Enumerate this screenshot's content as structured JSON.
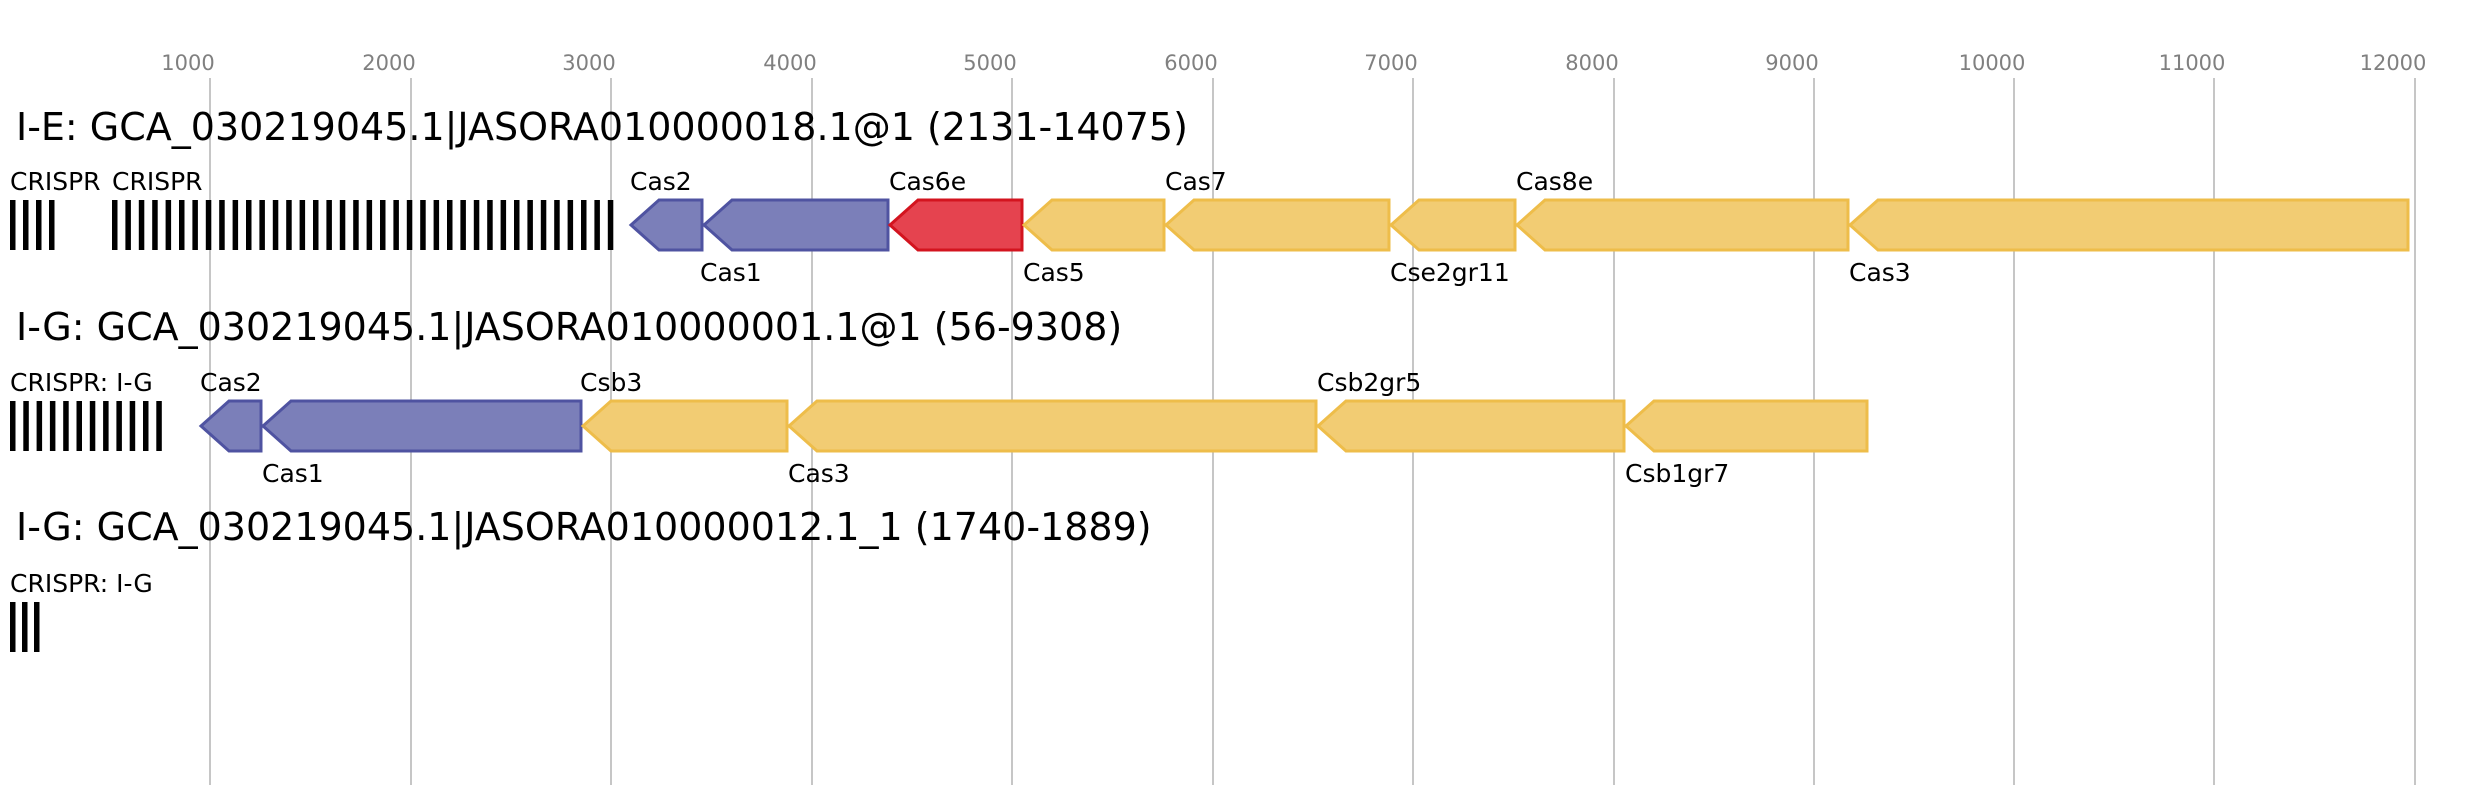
{
  "colors": {
    "purple_fill": "#7b7fb9",
    "purple_stroke": "#4f53a1",
    "red_fill": "#e5434f",
    "red_stroke": "#d3141f",
    "yellow_fill": "#f2cc73",
    "yellow_stroke": "#eebd4a",
    "grid": "#b4b4b4",
    "crispr": "#000000"
  },
  "axis": {
    "ticks": [
      {
        "label": "1000"
      },
      {
        "label": "2000"
      },
      {
        "label": "3000"
      },
      {
        "label": "4000"
      },
      {
        "label": "5000"
      },
      {
        "label": "6000"
      },
      {
        "label": "7000"
      },
      {
        "label": "8000"
      },
      {
        "label": "9000"
      },
      {
        "label": "10000"
      },
      {
        "label": "11000"
      },
      {
        "label": "12000"
      }
    ]
  },
  "tracks": [
    {
      "title": "I-E: GCA_030219045.1|JASORA010000018.1@1 (2131-14075)",
      "crispr_arrays": [
        {
          "label": "CRISPR",
          "repeat_count": 4
        },
        {
          "label": "CRISPR",
          "repeat_count": 38
        }
      ],
      "genes": [
        {
          "label": "Cas2",
          "color": "purple",
          "strand": "-"
        },
        {
          "label": "Cas1",
          "color": "purple",
          "strand": "-"
        },
        {
          "label": "Cas6e",
          "color": "red",
          "strand": "-"
        },
        {
          "label": "Cas5",
          "color": "yellow",
          "strand": "-"
        },
        {
          "label": "Cas7",
          "color": "yellow",
          "strand": "-"
        },
        {
          "label": "Cse2gr11",
          "color": "yellow",
          "strand": "-"
        },
        {
          "label": "Cas8e",
          "color": "yellow",
          "strand": "-"
        },
        {
          "label": "Cas3",
          "color": "yellow",
          "strand": "-"
        }
      ]
    },
    {
      "title": "I-G: GCA_030219045.1|JASORA010000001.1@1 (56-9308)",
      "crispr_arrays": [
        {
          "label": "CRISPR: I-G",
          "repeat_count": 12
        }
      ],
      "genes": [
        {
          "label": "Cas2",
          "color": "purple",
          "strand": "-"
        },
        {
          "label": "Cas1",
          "color": "purple",
          "strand": "-"
        },
        {
          "label": "Csb3",
          "color": "yellow",
          "strand": "-"
        },
        {
          "label": "Cas3",
          "color": "yellow",
          "strand": "-"
        },
        {
          "label": "Csb2gr5",
          "color": "yellow",
          "strand": "-"
        },
        {
          "label": "Csb1gr7",
          "color": "yellow",
          "strand": "-"
        }
      ]
    },
    {
      "title": "I-G: GCA_030219045.1|JASORA010000012.1_1 (1740-1889)",
      "crispr_arrays": [
        {
          "label": "CRISPR: I-G",
          "repeat_count": 3
        }
      ],
      "genes": []
    }
  ]
}
